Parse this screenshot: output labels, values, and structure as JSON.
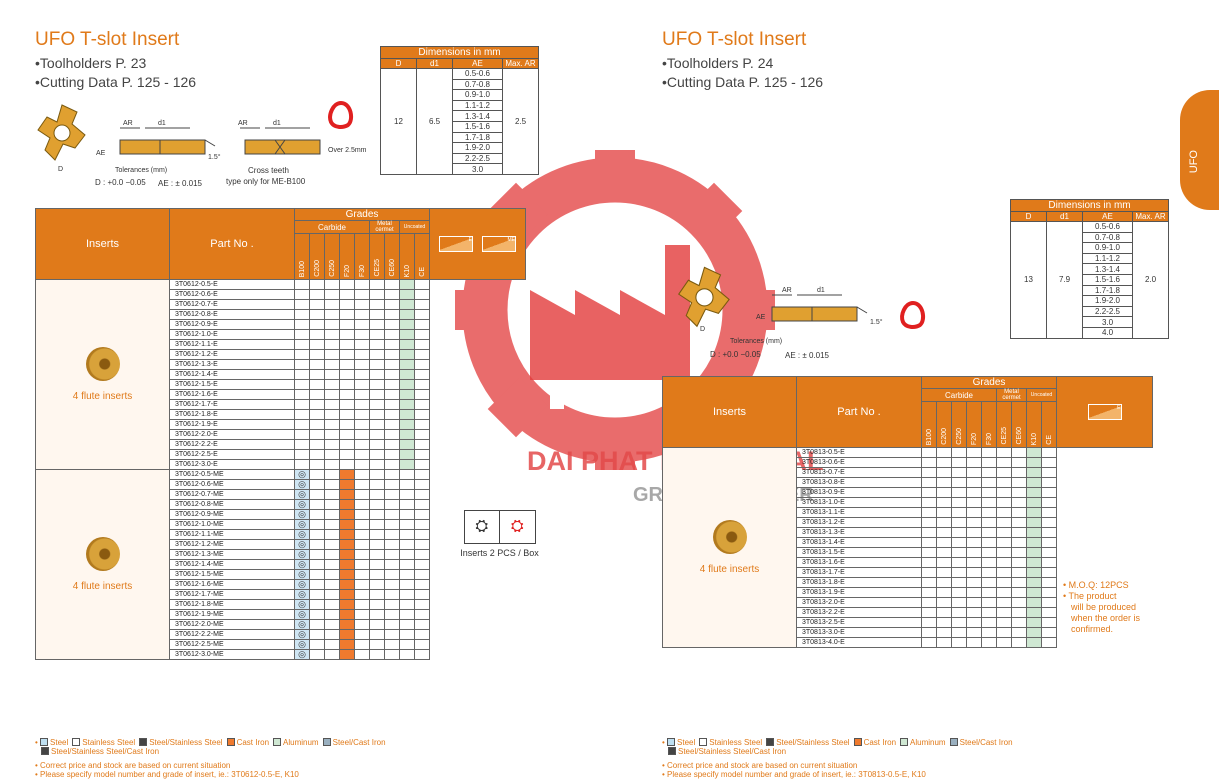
{
  "left": {
    "title": "UFO T-slot Insert",
    "bullets": [
      "Toolholders P. 23",
      "Cutting Data P. 125 - 126"
    ],
    "diagram": {
      "ar": "AR",
      "d1": "d1",
      "ae": "AE",
      "d": "D",
      "angle": "1.5°",
      "over": "Over 2.5mm",
      "tol_title": "Tolerances (mm)",
      "tol_d": "D : +0.0 −0.05",
      "tol_ae": "AE : ± 0.015",
      "cross1": "Cross teeth",
      "cross2": "type only for ME-B100"
    },
    "dims": {
      "title": "Dimensions in mm",
      "headers": [
        "D",
        "d1",
        "AE",
        "Max. AR"
      ],
      "D": "12",
      "d1": "6.5",
      "maxar": "2.5",
      "ae": [
        "0.5-0.6",
        "0.7-0.8",
        "0.9-1.0",
        "1.1-1.2",
        "1.3-1.4",
        "1.5-1.6",
        "1.7-1.8",
        "1.9-2.0",
        "2.2-2.5",
        "3.0"
      ]
    },
    "table": {
      "inserts": "Inserts",
      "partno": "Part No .",
      "grades": "Grades",
      "carbide": "Carbide",
      "metal": "Metal cermet",
      "uncoated": "Uncoated",
      "grade_cols": [
        "B100",
        "C200",
        "C250",
        "F20",
        "F30",
        "CE25",
        "CE60",
        "K10",
        "CE"
      ],
      "icon_e": "E",
      "icon_me": "ME",
      "group1_label": "4 flute inserts",
      "group1": [
        "3T0612-0.5-E",
        "3T0612-0.6-E",
        "3T0612-0.7-E",
        "3T0612-0.8-E",
        "3T0612-0.9-E",
        "3T0612-1.0-E",
        "3T0612-1.1-E",
        "3T0612-1.2-E",
        "3T0612-1.3-E",
        "3T0612-1.4-E",
        "3T0612-1.5-E",
        "3T0612-1.6-E",
        "3T0612-1.7-E",
        "3T0612-1.8-E",
        "3T0612-1.9-E",
        "3T0612-2.0-E",
        "3T0612-2.2-E",
        "3T0612-2.5-E",
        "3T0612-3.0-E"
      ],
      "group2_label": "4 flute inserts",
      "group2": [
        "3T0612-0.5-ME",
        "3T0612-0.6-ME",
        "3T0612-0.7-ME",
        "3T0612-0.8-ME",
        "3T0612-0.9-ME",
        "3T0612-1.0-ME",
        "3T0612-1.1-ME",
        "3T0612-1.2-ME",
        "3T0612-1.3-ME",
        "3T0612-1.4-ME",
        "3T0612-1.5-ME",
        "3T0612-1.6-ME",
        "3T0612-1.7-ME",
        "3T0612-1.8-ME",
        "3T0612-1.9-ME",
        "3T0612-2.0-ME",
        "3T0612-2.2-ME",
        "3T0612-2.5-ME",
        "3T0612-3.0-ME"
      ],
      "stock_mark": "◎",
      "box": "Inserts 2 PCS / Box"
    },
    "foot": [
      "Correct price and stock are based on current situation",
      "Please specify model number and grade of insert, ie.: 3T0612-0.5-E, K10"
    ]
  },
  "right": {
    "title": "UFO T-slot Insert",
    "bullets": [
      "Toolholders P. 24",
      "Cutting Data P. 125 - 126"
    ],
    "diagram": {
      "ar": "AR",
      "d1": "d1",
      "ae": "AE",
      "d": "D",
      "angle": "1.5°",
      "tol_title": "Tolerances (mm)",
      "tol_d": "D : +0.0 −0.05",
      "tol_ae": "AE : ± 0.015"
    },
    "dims": {
      "title": "Dimensions in mm",
      "headers": [
        "D",
        "d1",
        "AE",
        "Max. AR"
      ],
      "D": "13",
      "d1": "7.9",
      "maxar": "2.0",
      "ae": [
        "0.5-0.6",
        "0.7-0.8",
        "0.9-1.0",
        "1.1-1.2",
        "1.3-1.4",
        "1.5-1.6",
        "1.7-1.8",
        "1.9-2.0",
        "2.2-2.5",
        "3.0",
        "4.0"
      ]
    },
    "table": {
      "inserts": "Inserts",
      "partno": "Part No .",
      "grades": "Grades",
      "carbide": "Carbide",
      "metal": "Metal cermet",
      "uncoated": "Uncoated",
      "grade_cols": [
        "B100",
        "C200",
        "C250",
        "F20",
        "F30",
        "CE25",
        "CE60",
        "K10",
        "CE"
      ],
      "icon_e": "E",
      "group_label": "4 flute inserts",
      "group": [
        "3T0813-0.5-E",
        "3T0813-0.6-E",
        "3T0813-0.7-E",
        "3T0813-0.8-E",
        "3T0813-0.9-E",
        "3T0813-1.0-E",
        "3T0813-1.1-E",
        "3T0813-1.2-E",
        "3T0813-1.3-E",
        "3T0813-1.4-E",
        "3T0813-1.5-E",
        "3T0813-1.6-E",
        "3T0813-1.7-E",
        "3T0813-1.8-E",
        "3T0813-1.9-E",
        "3T0813-2.0-E",
        "3T0813-2.2-E",
        "3T0813-2.5-E",
        "3T0813-3.0-E",
        "3T0813-4.0-E"
      ],
      "moq": "• M.O.Q: 12PCS",
      "note1": "• The product",
      "note2": "will be produced",
      "note3": "when the order is",
      "note4": "confirmed."
    },
    "foot": [
      "Correct price and stock are based on current situation",
      "Please specify model number and grade of insert, ie.: 3T0813-0.5-E, K10"
    ]
  },
  "legend": {
    "items": [
      {
        "label": "Steel",
        "color": "#bfe0f2"
      },
      {
        "label": "Stainless Steel",
        "color": "#ffffff"
      },
      {
        "label": "Steel/Stainless Steel",
        "color": "#444444"
      },
      {
        "label": "Cast Iron",
        "color": "#f07a2e"
      },
      {
        "label": "Aluminum",
        "color": "#cfe8d3"
      },
      {
        "label": "Steel/Cast Iron",
        "color": "#9ab0c0"
      }
    ],
    "line2": "Steel/Stainless Steel/Cast Iron"
  },
  "side_tab": "UFO",
  "watermark": {
    "line1": "DAI PHAT INDUSTRIAL",
    "line2": "GROW TOGETHER"
  }
}
